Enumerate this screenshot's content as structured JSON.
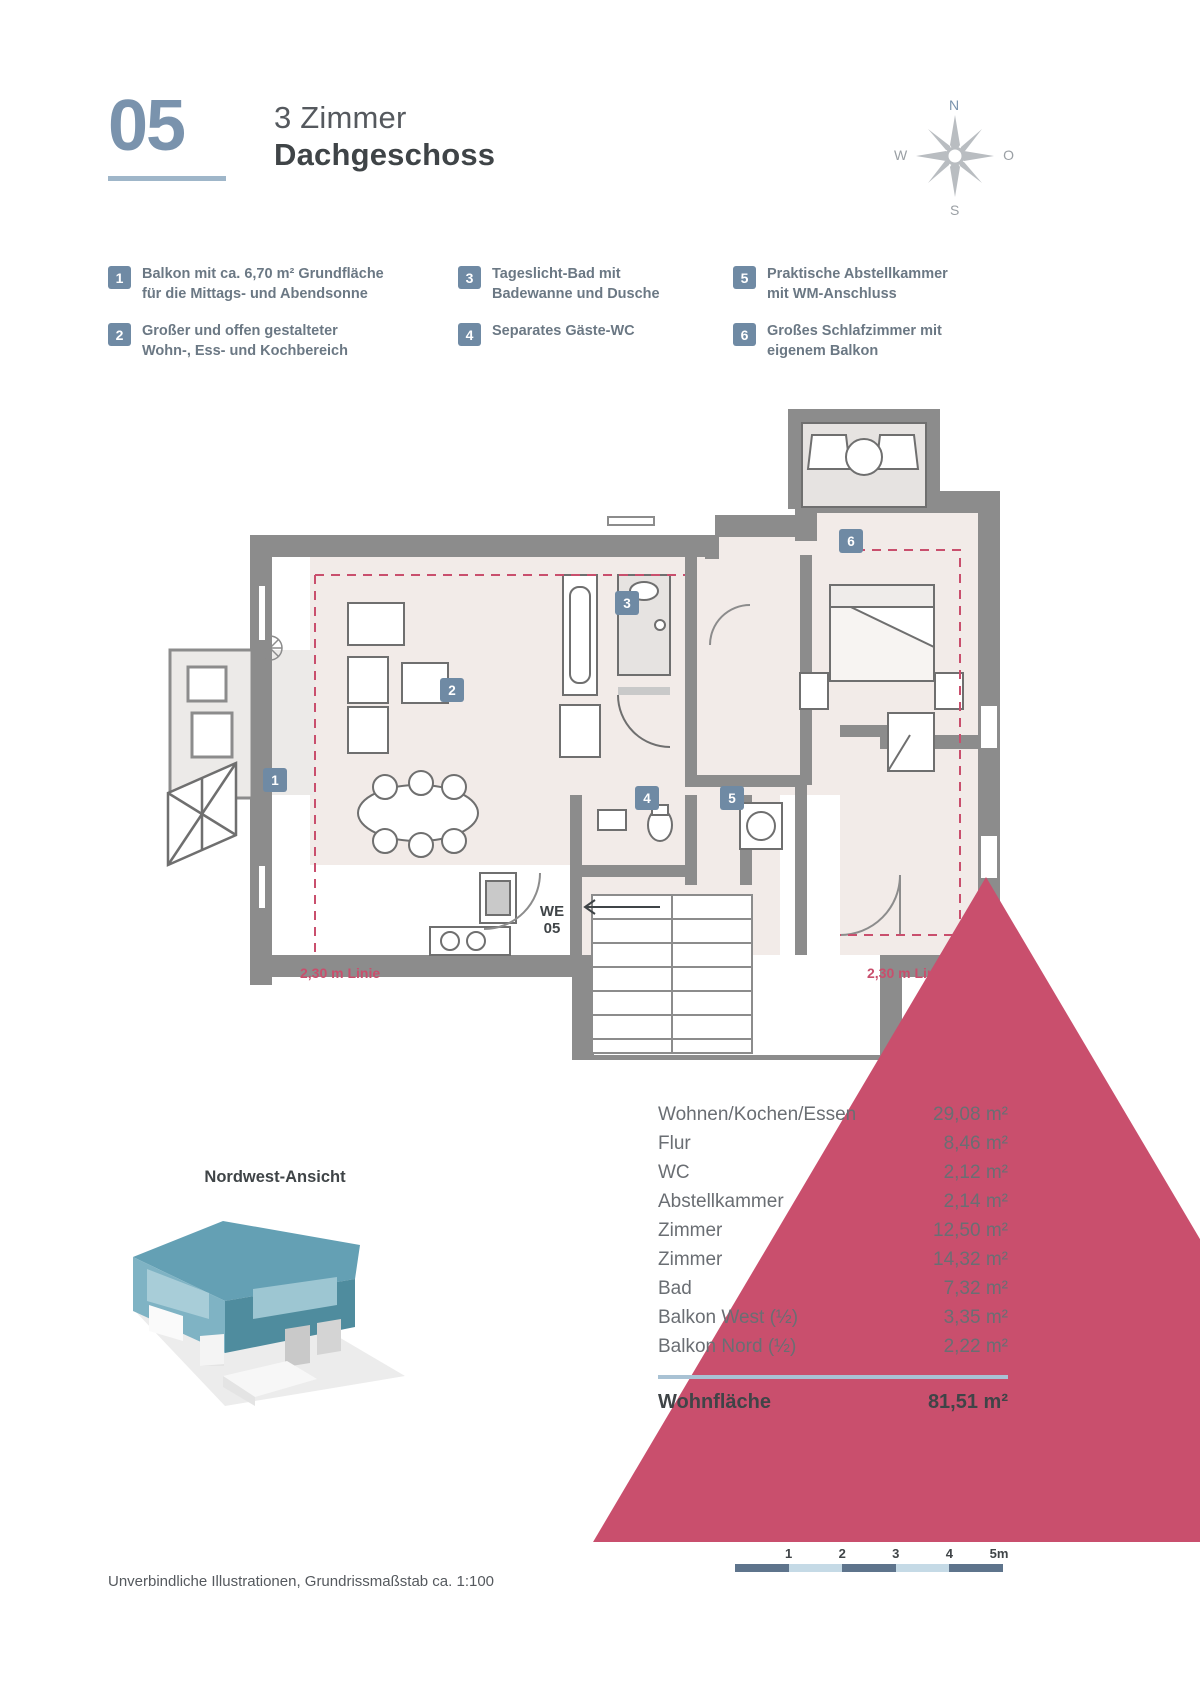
{
  "header": {
    "unit_number": "05",
    "rooms": "3 Zimmer",
    "floor": "Dachgeschoss"
  },
  "compass": {
    "north": "N",
    "south": "S",
    "west": "W",
    "east": "O"
  },
  "features": [
    {
      "num": "1",
      "line1": "Balkon mit ca. 6,70 m² Grundfläche",
      "line2": "für die Mittags- und Abendsonne"
    },
    {
      "num": "2",
      "line1": "Großer und offen gestalteter",
      "line2": "Wohn-, Ess- und Kochbereich"
    },
    {
      "num": "3",
      "line1": "Tageslicht-Bad mit",
      "line2": "Badewanne und Dusche"
    },
    {
      "num": "4",
      "line1": "Separates Gäste-WC",
      "line2": ""
    },
    {
      "num": "5",
      "line1": "Praktische Abstellkammer",
      "line2": "mit WM-Anschluss"
    },
    {
      "num": "6",
      "line1": "Großes Schlafzimmer mit",
      "line2": "eigenem Balkon"
    }
  ],
  "plan": {
    "badges": [
      "1",
      "2",
      "3",
      "4",
      "5",
      "6"
    ],
    "line_label_left": "2,30 m Linie",
    "line_label_right": "2,30 m Linie",
    "we_line1": "WE",
    "we_line2": "05"
  },
  "view": {
    "title": "Nordwest-Ansicht"
  },
  "areas": {
    "rows": [
      {
        "name": "Wohnen/Kochen/Essen",
        "value": "29,08 m²"
      },
      {
        "name": "Flur",
        "value": "8,46 m²"
      },
      {
        "name": "WC",
        "value": "2,12 m²"
      },
      {
        "name": "Abstellkammer",
        "value": "2,14 m²"
      },
      {
        "name": "Zimmer",
        "value": "12,50 m²"
      },
      {
        "name": "Zimmer",
        "value": "14,32 m²"
      },
      {
        "name": "Bad",
        "value": "7,32 m²"
      },
      {
        "name": "Balkon West (½)",
        "value": "3,35 m²"
      },
      {
        "name": "Balkon Nord (½)",
        "value": "2,22 m²"
      }
    ],
    "total_label": "Wohnfläche",
    "total_value": "81,51 m²"
  },
  "footer": {
    "note": "Unverbindliche Illustrationen, Grundrissmaßstab ca. 1:100",
    "scale_ticks": [
      "1",
      "2",
      "3",
      "4",
      "5m"
    ]
  },
  "colors": {
    "accent_blue": "#7a93ad",
    "badge_blue": "#6f8aa4",
    "line_red": "#c94f6d",
    "wall_gray": "#8c8c8c",
    "room_fill": "#f2ebe8",
    "divider_blue": "#a9c2d4"
  }
}
